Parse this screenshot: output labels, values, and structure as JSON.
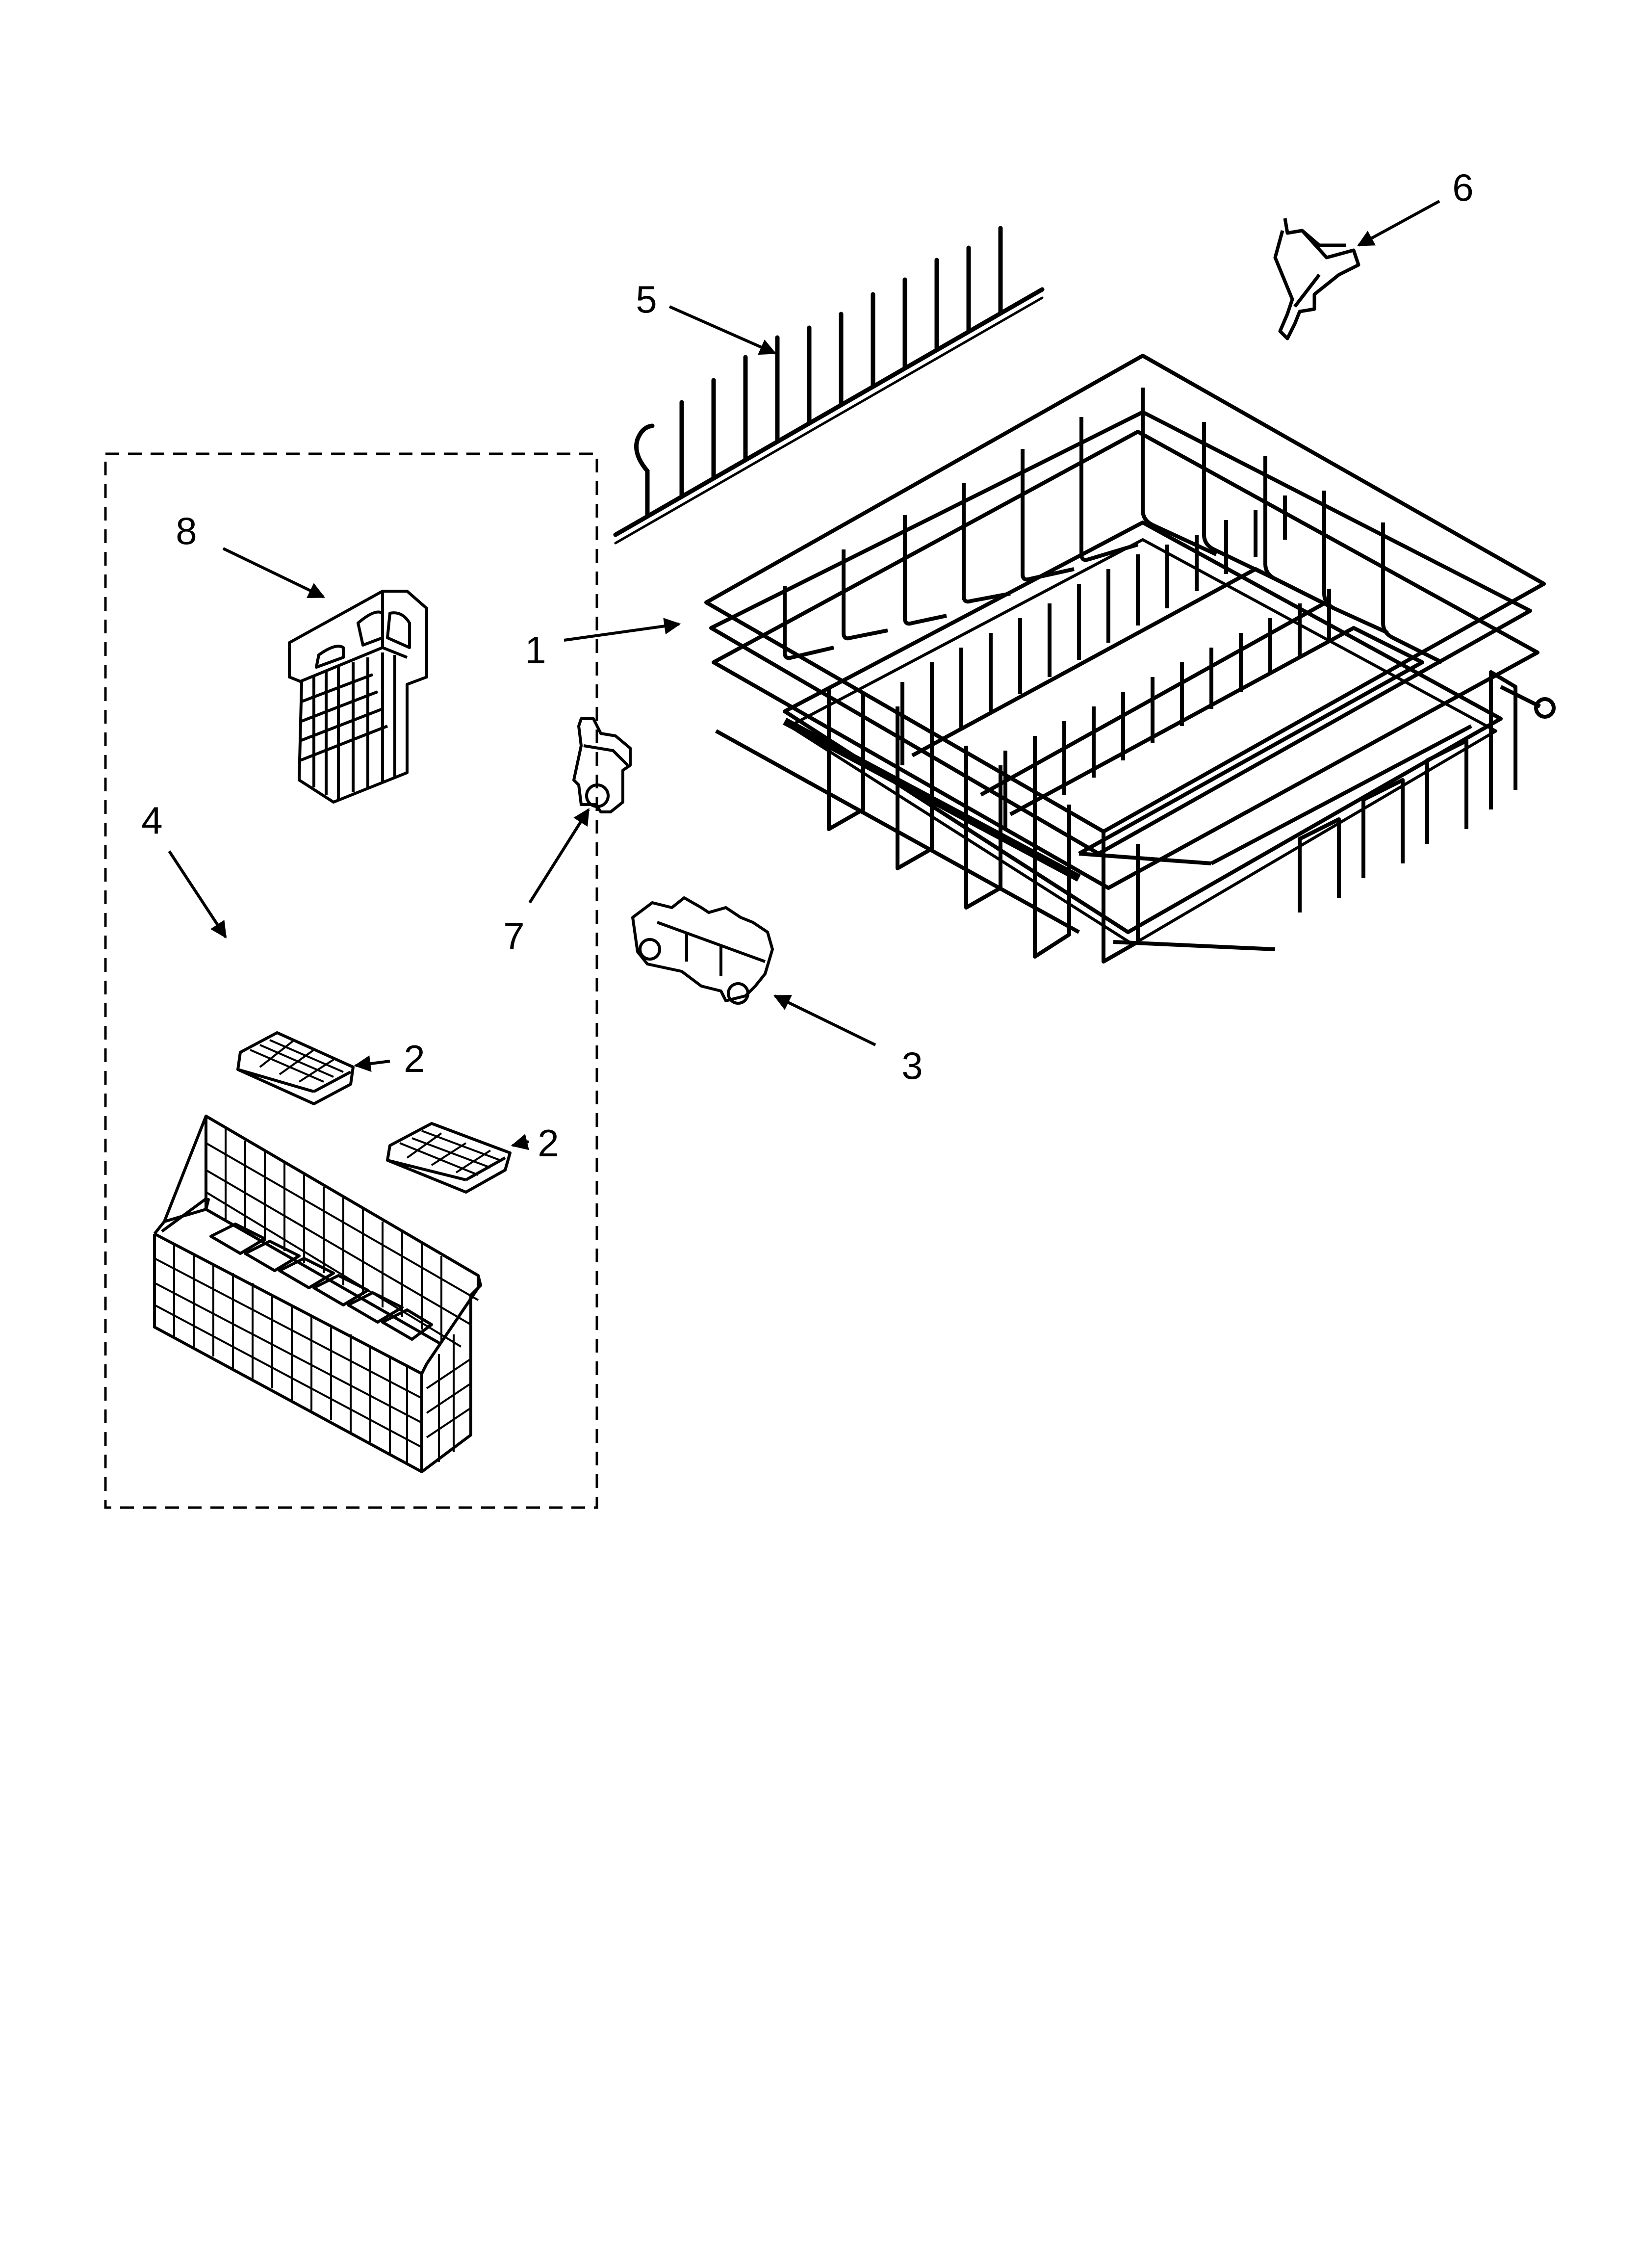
{
  "callouts": [
    {
      "id": "c1",
      "label": "1"
    },
    {
      "id": "c2a",
      "label": "2"
    },
    {
      "id": "c2b",
      "label": "2"
    },
    {
      "id": "c3",
      "label": "3"
    },
    {
      "id": "c4",
      "label": "4"
    },
    {
      "id": "c5",
      "label": "5"
    },
    {
      "id": "c6",
      "label": "6"
    },
    {
      "id": "c7",
      "label": "7"
    },
    {
      "id": "c8",
      "label": "8"
    }
  ],
  "colors": {
    "ink": "#000000",
    "paper": "#ffffff"
  }
}
